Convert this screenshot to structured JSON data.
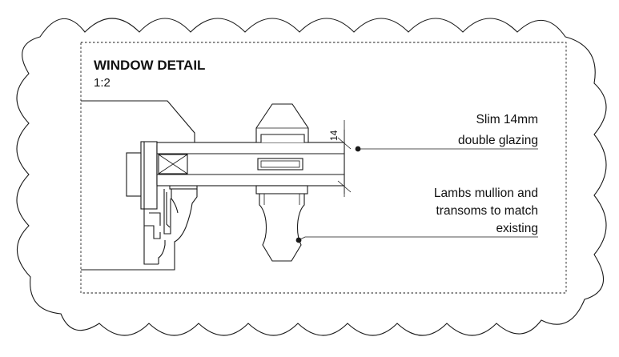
{
  "detail": {
    "title": "WINDOW DETAIL",
    "scale": "1:2"
  },
  "dimension": {
    "value": "14"
  },
  "notes": {
    "glazing_line1": "Slim 14mm",
    "glazing_line2": "double glazing",
    "mullion_line1": "Lambs mullion and",
    "mullion_line2": "transoms to match",
    "mullion_line3": "existing"
  },
  "colors": {
    "ink": "#1a1a1a",
    "background": "#ffffff"
  }
}
